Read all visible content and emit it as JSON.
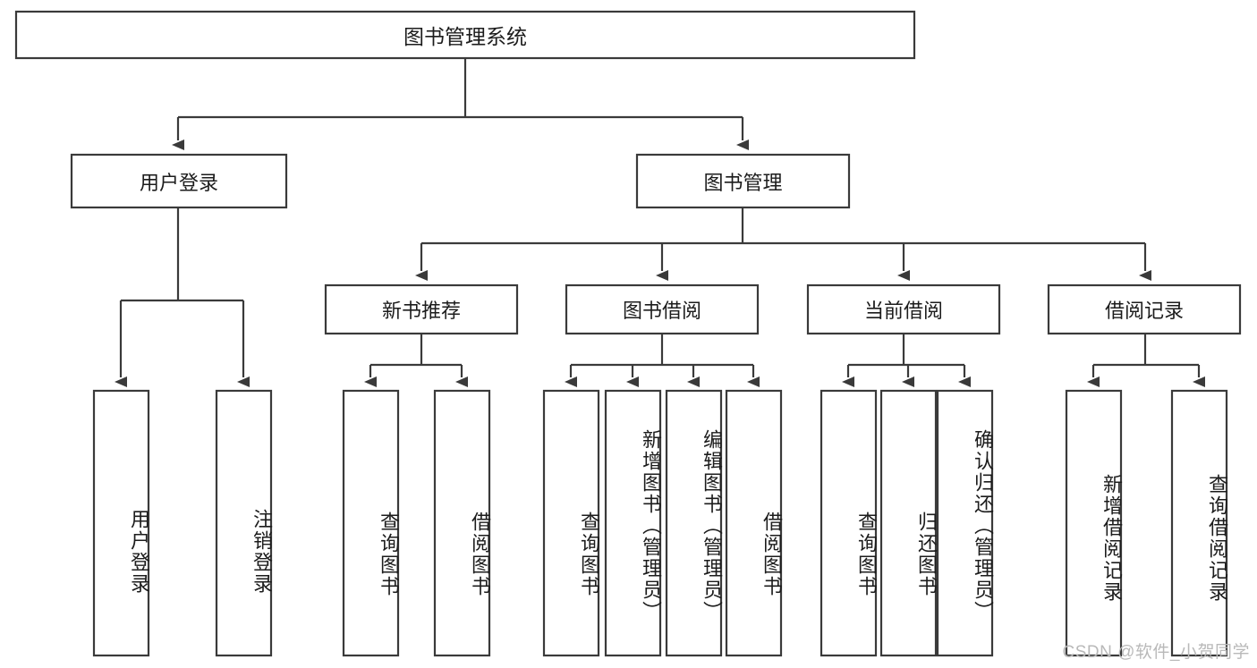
{
  "diagram": {
    "title": "图书管理系统",
    "type": "tree-hierarchy",
    "watermark": "CSDN @软件_小贺同学",
    "colors": {
      "stroke": "#3a3a3a",
      "box_fill": "#ffffff",
      "text": "#1c1c1c",
      "watermark": "#b9b9b9",
      "background": "#ffffff"
    },
    "root": {
      "label": "图书管理系统"
    },
    "level2": [
      {
        "label": "用户登录"
      },
      {
        "label": "图书管理"
      }
    ],
    "level3": [
      {
        "label": "新书推荐"
      },
      {
        "label": "图书借阅"
      },
      {
        "label": "当前借阅"
      },
      {
        "label": "借阅记录"
      }
    ],
    "leaves": {
      "user_login": [
        {
          "label": "用户登录"
        },
        {
          "label": "注销登录"
        }
      ],
      "new_book_recommend": [
        {
          "label": "查询图书"
        },
        {
          "label": "借阅图书"
        }
      ],
      "book_borrow": [
        {
          "label": "查询图书"
        },
        {
          "label": "新增图书（管理员）"
        },
        {
          "label": "编辑图书（管理员）"
        },
        {
          "label": "借阅图书"
        }
      ],
      "current_borrow": [
        {
          "label": "查询图书"
        },
        {
          "label": "归还图书"
        },
        {
          "label": "确认归还（管理员）"
        }
      ],
      "borrow_record": [
        {
          "label": "新增借阅记录"
        },
        {
          "label": "查询借阅记录"
        }
      ]
    }
  }
}
